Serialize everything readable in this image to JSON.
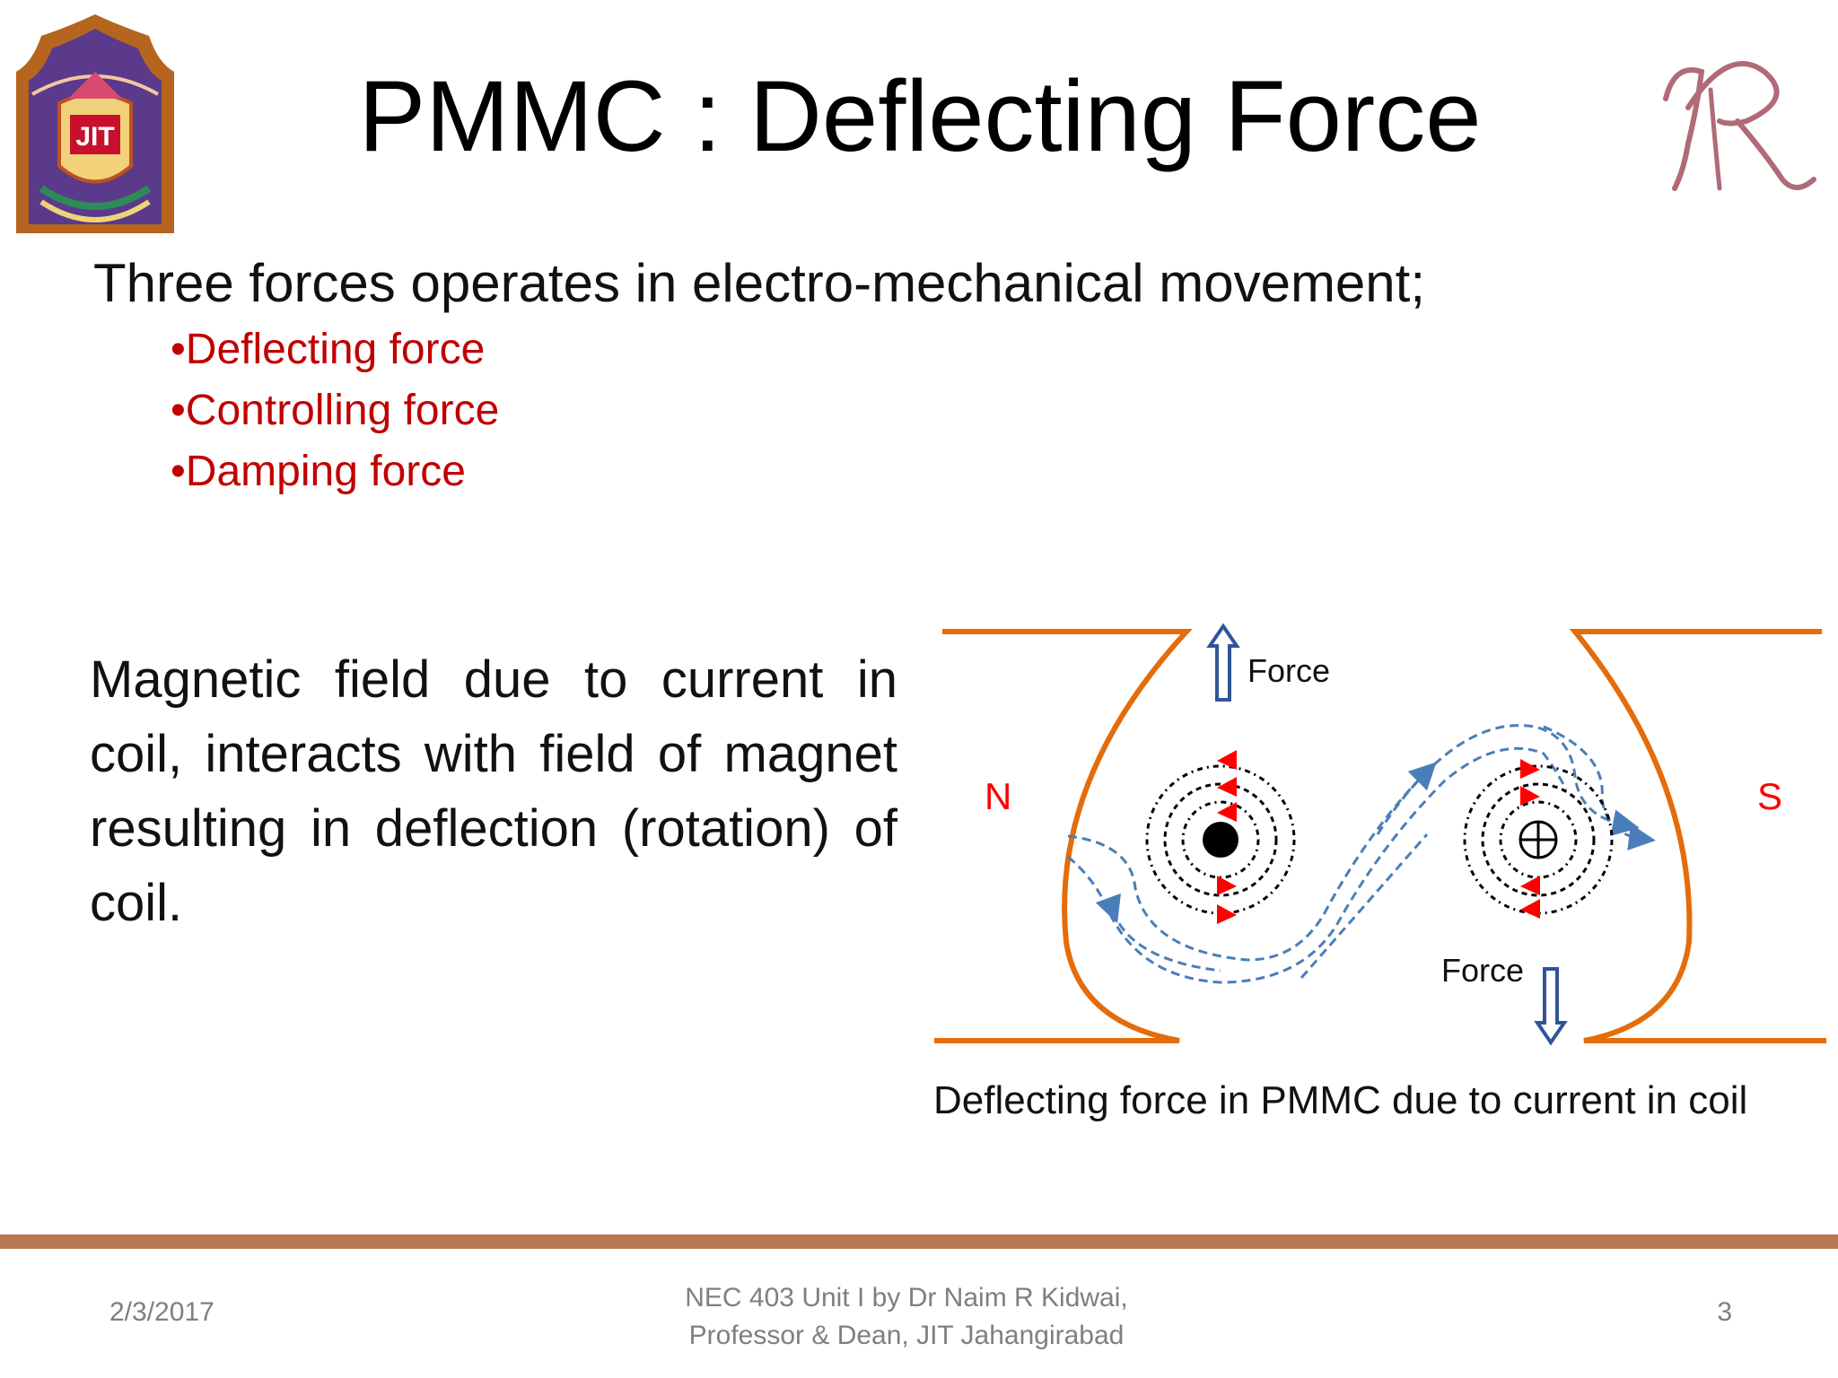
{
  "slide": {
    "title": "PMMC : Deflecting Force",
    "intro": "Three forces operates in electro-mechanical movement;",
    "bullets": [
      "•Deflecting force",
      "•Controlling force",
      "•Damping force"
    ],
    "description": "Magnetic field due to current in coil, interacts with field of magnet resulting in deflection (rotation) of coil."
  },
  "logos": {
    "left_text": "JIT"
  },
  "diagram": {
    "pole_north": "N",
    "pole_south": "S",
    "force_top": "Force",
    "force_bottom": "Force",
    "caption": "Deflecting force in PMMC due to current in coil"
  },
  "colors": {
    "magnet": "#e46c0a",
    "field_line": "#4a7ebb",
    "flux_marker": "#ff0000",
    "pole_label": "#ff0000",
    "bullet_text": "#c00000",
    "footer_bar": "#b87a52",
    "footer_text": "#7f7f7f"
  },
  "footer": {
    "date": "2/3/2017",
    "credit_line1": "NEC 403 Unit I by Dr Naim R Kidwai,",
    "credit_line2": "Professor & Dean, JIT Jahangirabad",
    "page_number": "3"
  }
}
